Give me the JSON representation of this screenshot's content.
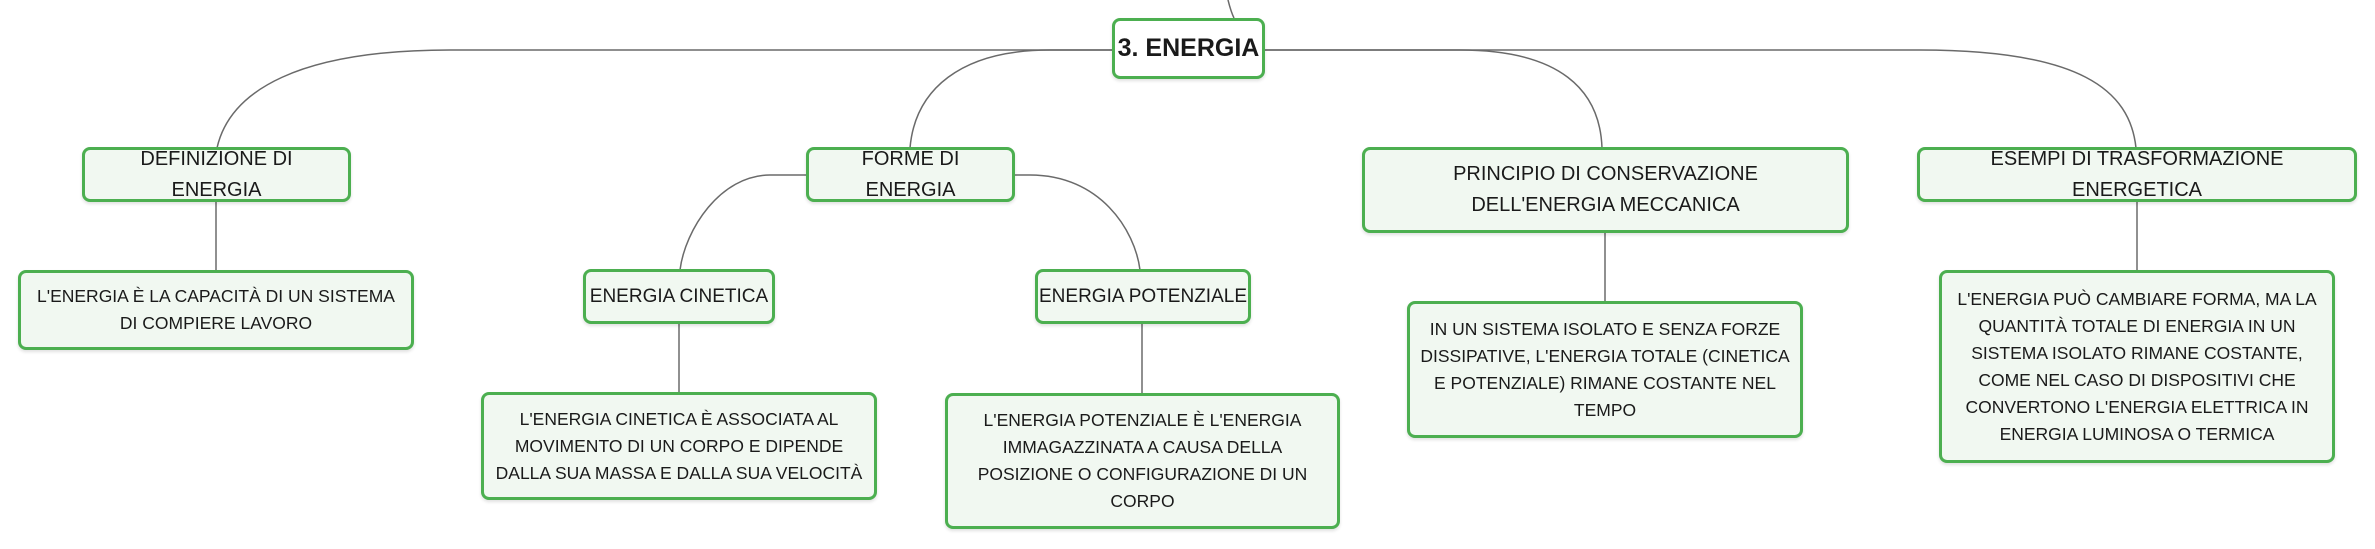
{
  "root": {
    "label": "3. ENERGIA"
  },
  "categories": [
    {
      "label": "DEFINIZIONE DI ENERGIA"
    },
    {
      "label": "FORME DI ENERGIA"
    },
    {
      "label": "PRINCIPIO DI CONSERVAZIONE DELL'ENERGIA MECCANICA"
    },
    {
      "label": "ESEMPI DI TRASFORMAZIONE ENERGETICA"
    }
  ],
  "subtopics": [
    {
      "label": "ENERGIA CINETICA"
    },
    {
      "label": "ENERGIA POTENZIALE"
    }
  ],
  "details": [
    {
      "text": "L'ENERGIA È LA CAPACITÀ DI UN SISTEMA DI COMPIERE LAVORO"
    },
    {
      "text": "L'ENERGIA CINETICA È ASSOCIATA AL MOVIMENTO DI UN CORPO E DIPENDE DALLA SUA MASSA E DALLA SUA VELOCITÀ"
    },
    {
      "text": "L'ENERGIA POTENZIALE È L'ENERGIA IMMAGAZZINATA A CAUSA DELLA POSIZIONE O CONFIGURAZIONE DI UN CORPO"
    },
    {
      "text": "IN UN SISTEMA ISOLATO E SENZA FORZE DISSIPATIVE, L'ENERGIA TOTALE (CINETICA E POTENZIALE) RIMANE COSTANTE NEL TEMPO"
    },
    {
      "text": "L'ENERGIA PUÒ CAMBIARE FORMA, MA LA QUANTITÀ TOTALE DI ENERGIA IN UN SISTEMA ISOLATO RIMANE COSTANTE, COME NEL CASO DI DISPOSITIVI CHE CONVERTONO L'ENERGIA ELETTRICA IN ENERGIA LUMINOSA O TERMICA"
    }
  ],
  "colors": {
    "border": "#4caf50",
    "fill": "#f1f8f1",
    "line": "#6a6a6a"
  }
}
